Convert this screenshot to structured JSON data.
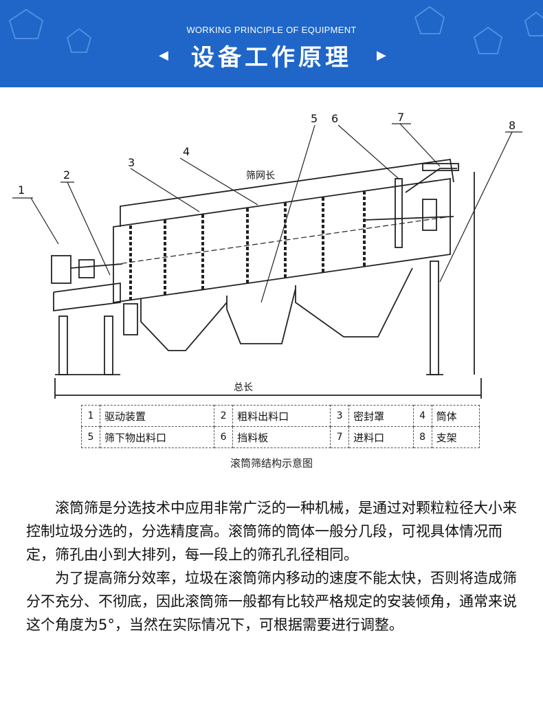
{
  "header": {
    "subtitle": "WORKING PRINCIPLE OF EQUIPMENT",
    "title": "设备工作原理",
    "colors": {
      "background": "#1f66c8",
      "text": "#ffffff"
    },
    "left_arrow_icon": "chevron-left-icon",
    "right_arrow_icon": "chevron-right-icon"
  },
  "diagram": {
    "part_numbers": [
      "1",
      "2",
      "3",
      "4",
      "5",
      "6",
      "7",
      "8"
    ],
    "screen_length_label": "筛网长",
    "total_length_label": "总长"
  },
  "parts_table": {
    "rows": [
      [
        {
          "num": "1",
          "name": "驱动装置"
        },
        {
          "num": "2",
          "name": "粗料出料口"
        },
        {
          "num": "3",
          "name": "密封罩"
        },
        {
          "num": "4",
          "name": "筒体"
        }
      ],
      [
        {
          "num": "5",
          "name": "筛下物出料口"
        },
        {
          "num": "6",
          "name": "挡料板"
        },
        {
          "num": "7",
          "name": "进料口"
        },
        {
          "num": "8",
          "name": "支架"
        }
      ]
    ]
  },
  "caption": "滚筒筛结构示意图",
  "paragraphs": [
    "滚筒筛是分选技术中应用非常广泛的一种机械，是通过对颗粒粒径大小来控制垃圾分选的，分选精度高。滚筒筛的筒体一般分几段，可视具体情况而定，筛孔由小到大排列，每一段上的筛孔孔径相同。",
    "为了提高筛分效率，垃圾在滚筒筛内移动的速度不能太快，否则将造成筛分不充分、不彻底，因此滚筒筛一般都有比较严格规定的安装倾角，通常来说这个角度为5°，当然在实际情况下，可根据需要进行调整。"
  ]
}
